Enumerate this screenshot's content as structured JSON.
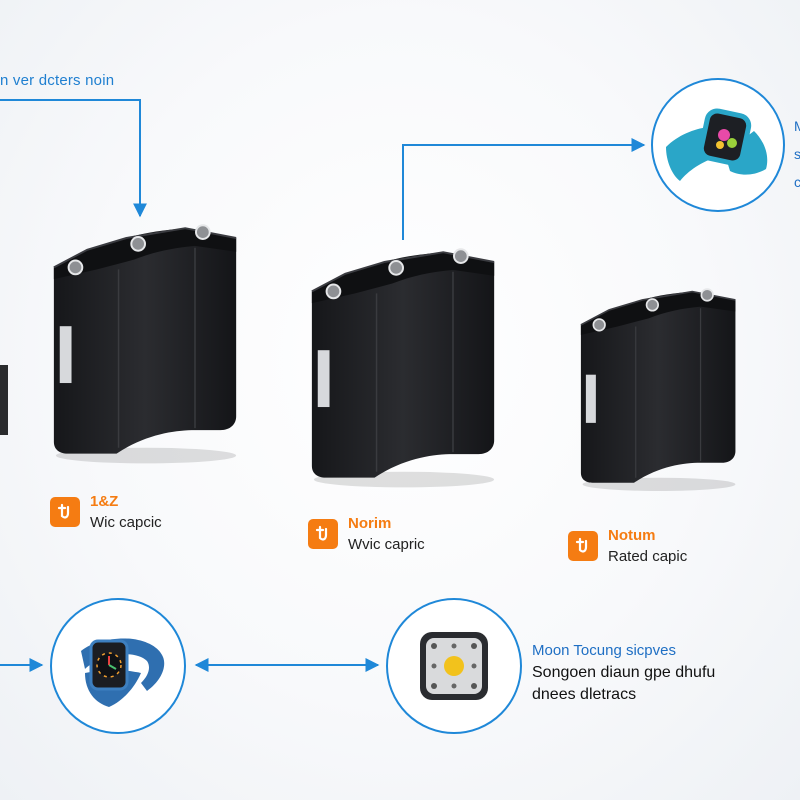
{
  "top_caption": "n ver dcters noin",
  "batteries": [
    {
      "name": "battery-left"
    },
    {
      "name": "battery-middle"
    },
    {
      "name": "battery-right"
    }
  ],
  "specs": [
    {
      "title": "1&Z",
      "subtitle": "Wic capcic",
      "icon": "bolt-icon"
    },
    {
      "title": "Norim",
      "subtitle": "Wvic capric",
      "icon": "bolt-icon"
    },
    {
      "title": "Notum",
      "subtitle": "Rated capic",
      "icon": "bolt-icon"
    }
  ],
  "devices": [
    {
      "name": "fitness-band",
      "icon": "fitness-band-icon"
    },
    {
      "name": "smart-watch",
      "icon": "smartwatch-icon"
    },
    {
      "name": "sensor-chip",
      "icon": "sensor-chip-icon"
    }
  ],
  "description": {
    "title": "Moon Tocung sicpves",
    "line1": "Songoen diaun gpe dhufu",
    "line2": "dnees dletracs"
  },
  "colors": {
    "accent_blue": "#1f88d8",
    "orange": "#f57c12",
    "battery_body": "#1c1d20"
  }
}
